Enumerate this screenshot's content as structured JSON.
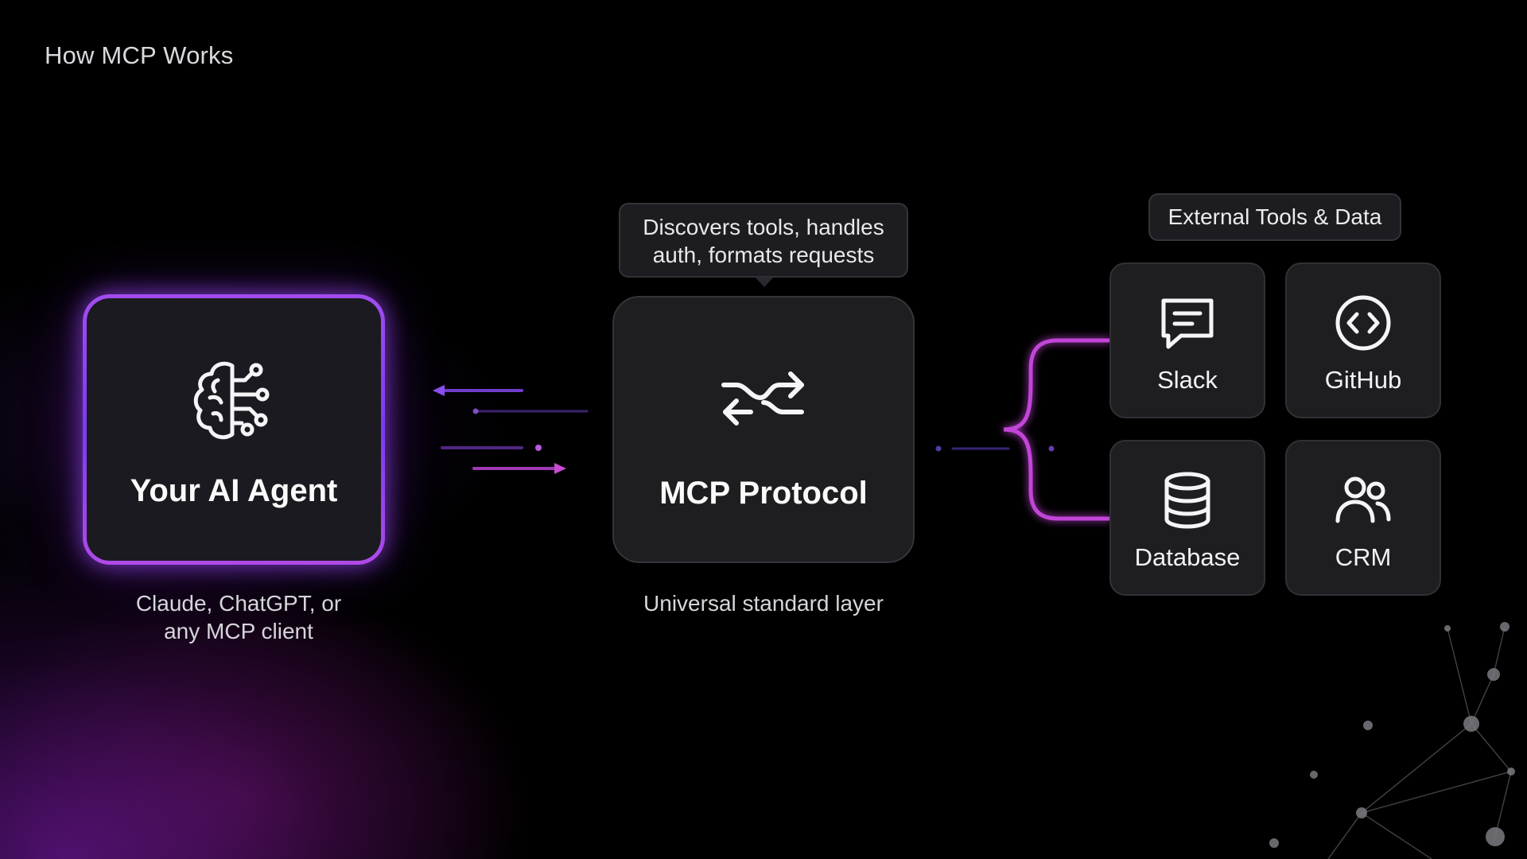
{
  "page": {
    "title": "How MCP Works"
  },
  "agent": {
    "label": "Your AI Agent",
    "icon": "brain-circuit-icon",
    "caption_line1": "Claude, ChatGPT, or",
    "caption_line2": "any MCP client"
  },
  "protocol": {
    "label": "MCP Protocol",
    "icon": "swap-arrows-icon",
    "tooltip_line1": "Discovers tools, handles",
    "tooltip_line2": "auth, formats requests",
    "caption": "Universal standard layer"
  },
  "tools": {
    "heading": "External Tools & Data",
    "items": [
      {
        "label": "Slack",
        "icon": "chat-bubble-icon"
      },
      {
        "label": "GitHub",
        "icon": "code-brackets-icon"
      },
      {
        "label": "Database",
        "icon": "database-icon"
      },
      {
        "label": "CRM",
        "icon": "users-icon"
      }
    ]
  },
  "colors": {
    "background": "#000000",
    "accent_purple": "#8a3cf0",
    "accent_magenta": "#d040d0",
    "card_background": "#1e1e21"
  }
}
